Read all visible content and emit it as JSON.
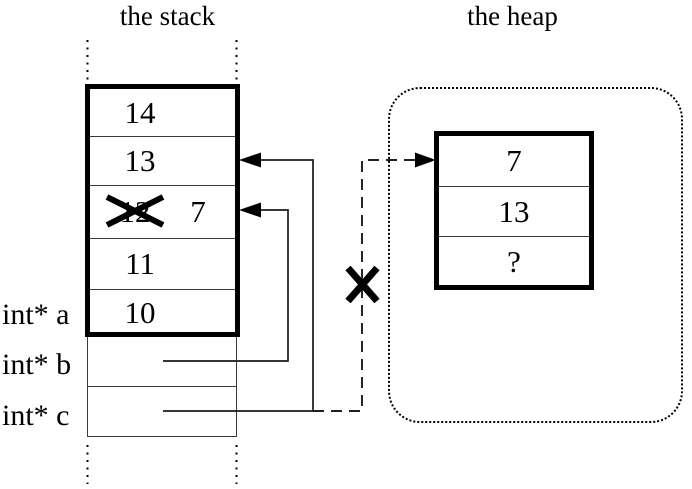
{
  "titles": {
    "stack": "the stack",
    "heap": "the heap"
  },
  "stack": {
    "frame_cells": [
      {
        "value": "14"
      },
      {
        "value": "13"
      },
      {
        "old_value": "12",
        "new_value": "7",
        "crossed_out": true
      },
      {
        "value": "11"
      },
      {
        "value": "10"
      }
    ]
  },
  "variables": {
    "a": {
      "label": "int* a"
    },
    "b": {
      "label": "int* b",
      "points_to": "stack cell 12 (now 7)"
    },
    "c": {
      "label": "int* c",
      "points_to": "stack cell 13",
      "old_target_severed": "heap cell 7"
    }
  },
  "heap": {
    "cells": [
      {
        "value": "7"
      },
      {
        "value": "13"
      },
      {
        "value": "?"
      }
    ]
  },
  "colors": {
    "background": "#ffffff",
    "thick_line": "#000000",
    "thin_line": "#3a3a3a",
    "pointer_line": "#1a1a1a"
  }
}
